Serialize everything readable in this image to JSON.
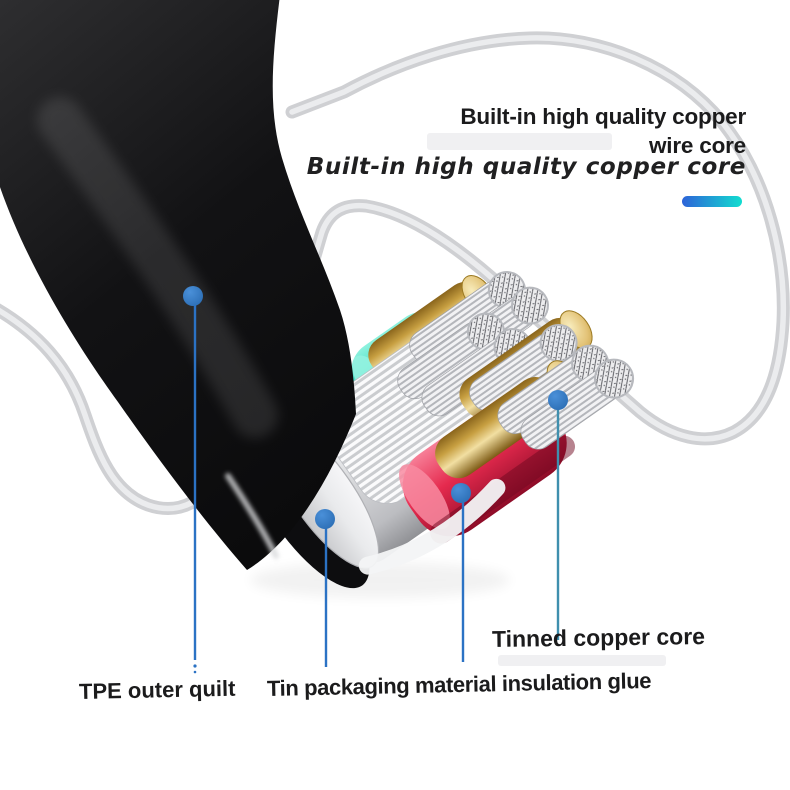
{
  "annotations": {
    "title_line1": "Built-in high quality copper",
    "title_line2": "wire core",
    "subtitle_italic": "Built-in high quality copper core",
    "callouts": {
      "tinned_copper_core": "Tinned copper core",
      "tpe_outer_quilt": "TPE outer quilt",
      "tin_packaging_glue": "Tin packaging material insulation glue"
    }
  },
  "colors": {
    "text": "#1b1b1c",
    "accent_bar_start": "#2d63d8",
    "accent_bar_end": "#12ddd0",
    "leader_blue": "#2b72c4",
    "leader_teal": "#3f8fae",
    "jacket_black": "#131315",
    "tin_wrap_silver": "#e6e7e9",
    "core_insulation_teal": "#28d5bc",
    "core_insulation_red": "#e52a4e",
    "copper_rod_gold": "#d8b358",
    "background_wire_gray": "#d2d3d5"
  }
}
